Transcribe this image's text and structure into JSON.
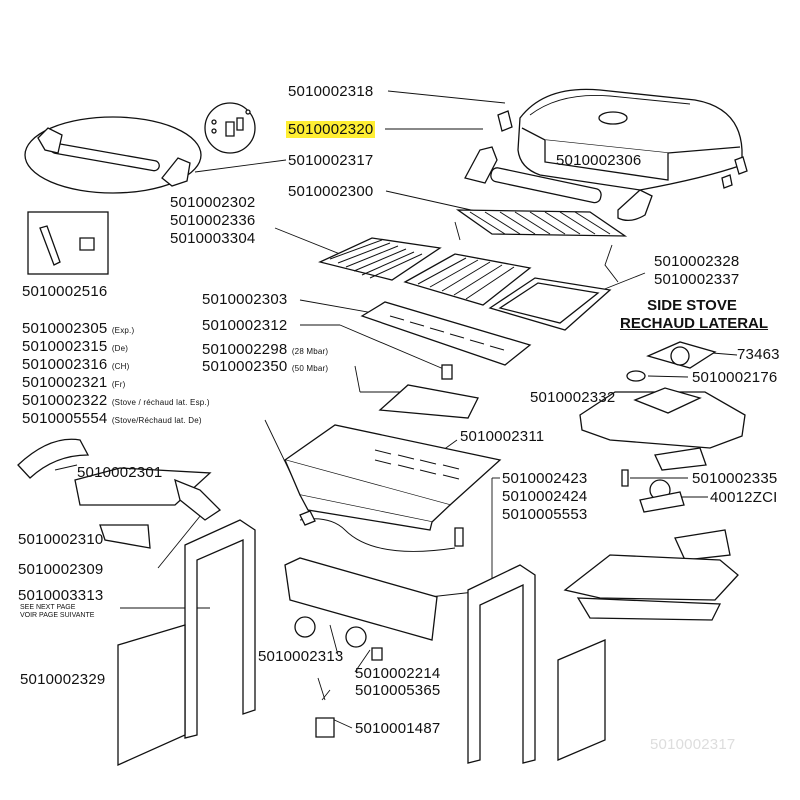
{
  "part_numbers": {
    "lid_top": "5010002318",
    "hinge_kit": "5010002320",
    "lid_handle": "5010002317",
    "lid_body": "5010002306",
    "warming_rack": "5010002300",
    "grid_a": "5010002302",
    "grid_b": "5010002336",
    "grid_c": "5010003304",
    "clip": "5010002516",
    "griddle_a": "5010002328",
    "griddle_b": "5010002337",
    "flame_tamer": "5010002303",
    "electrode": "5010002312",
    "burner_28": "5010002298",
    "burner_28_note": "(28 Mbar)",
    "burner_50": "5010002350",
    "burner_50_note": "(50 Mbar)",
    "hose_list": [
      {
        "pn": "5010002305",
        "note": "(Exp.)"
      },
      {
        "pn": "5010002315",
        "note": "(De)"
      },
      {
        "pn": "5010002316",
        "note": "(CH)"
      },
      {
        "pn": "5010002321",
        "note": "(Fr)"
      },
      {
        "pn": "5010002322",
        "note": "(Stove / réchaud lat. Esp.)"
      },
      {
        "pn": "5010005554",
        "note": "(Stove/Réchaud lat. De)"
      }
    ],
    "firebox": "5010002311",
    "side_shelf": "5010002301",
    "valve_a": "5010002423",
    "valve_b": "5010002424",
    "valve_c": "5010005553",
    "bracket_a": "5010002310",
    "bracket_b": "5010002309",
    "cart_side": "5010003313",
    "see_next_page": "SEE NEXT PAGE",
    "voir_page": "VOIR PAGE SUIVANTE",
    "knob": "5010002313",
    "cart_panel": "5010002329",
    "igniter_a": "5010002214",
    "igniter_b": "5010005365",
    "drip_cup": "5010001487",
    "side_burner_grate": "73463",
    "side_burner_cap": "5010002176",
    "side_stove_body": "5010002332",
    "side_valve": "5010002335",
    "side_knob": "40012ZCI",
    "cut_bottom": "5010002317"
  },
  "headings": {
    "side_stove": "SIDE STOVE",
    "rechaud": "RECHAUD LATERAL"
  }
}
